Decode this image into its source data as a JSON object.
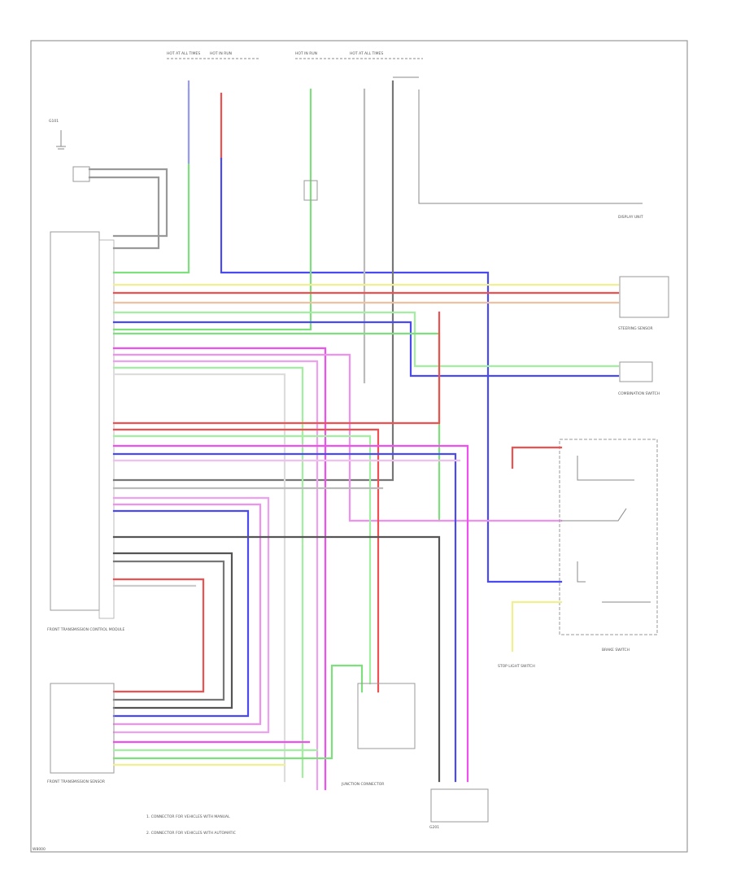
{
  "diagram": {
    "top_labels": [
      "HOT AT ALL TIMES",
      "HOT IN RUN",
      "HOT IN RUN",
      "HOT AT ALL TIMES"
    ],
    "components": {
      "ecm": "FRONT TRANSMISSION CONTROL MODULE",
      "ground_left": "G101",
      "junction": "JUNCTION CONNECTOR",
      "steering_sensor": "STEERING SENSOR",
      "combination_switch": "COMBINATION SWITCH",
      "display_unit": "DISPLAY UNIT",
      "brake_switch": "BRAKE SWITCH",
      "stop_light": "STOP LIGHT SWITCH",
      "lower_module": "FRONT TRANSMISSION SENSOR",
      "ground_bottom": "G201",
      "footnote_1": "1. CONNECTOR FOR VEHICLES WITH MANUAL",
      "footnote_2": "2. CONNECTOR FOR VEHICLES WITH AUTOMATIC",
      "page_code": "W8000"
    },
    "colors": {
      "green": "#7de07d",
      "red": "#f05050",
      "blue": "#4a4af5",
      "magenta": "#f050f0",
      "yellow": "#f0f090",
      "gray": "#999999",
      "black": "#555555"
    }
  }
}
